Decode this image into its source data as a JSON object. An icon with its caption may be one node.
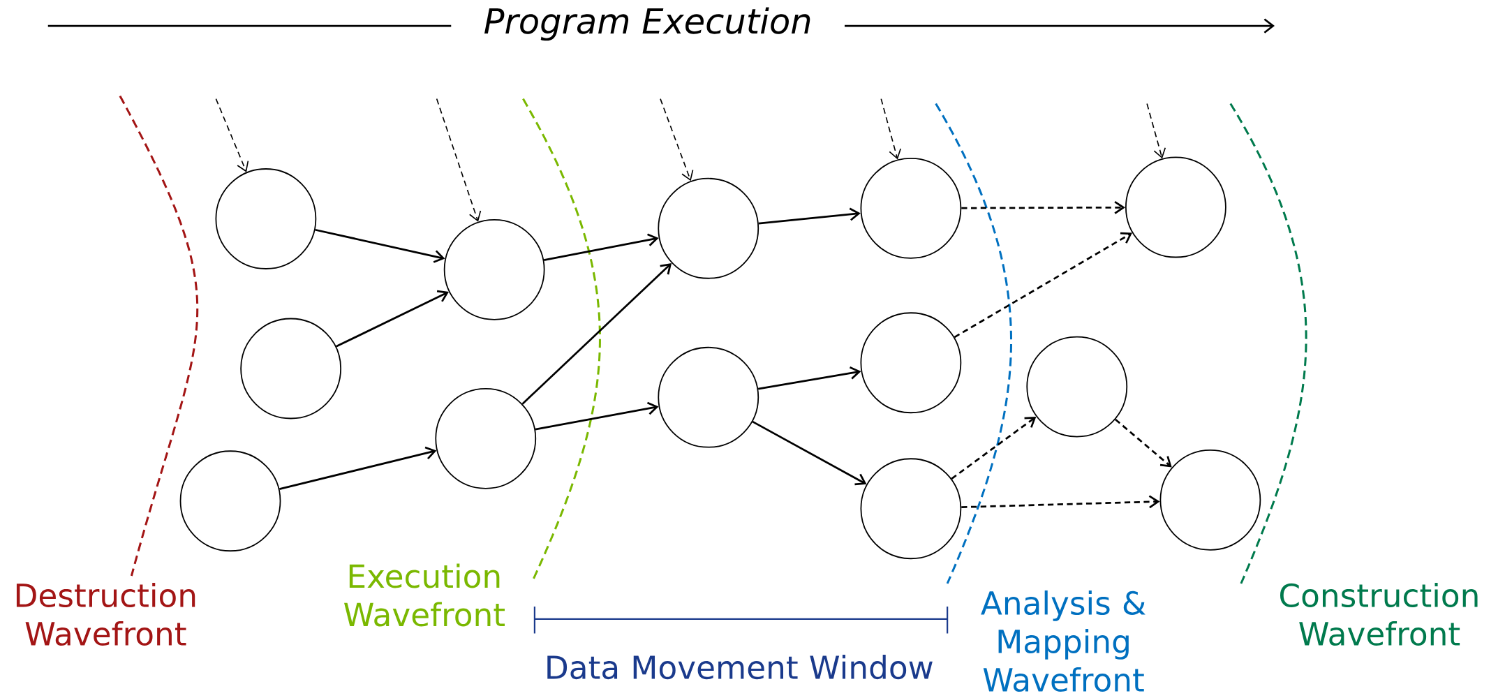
{
  "diagram": {
    "title": "Program Execution",
    "nodes": [
      {
        "text": [],
        "shape": "circle"
      },
      {
        "text": [],
        "shape": "circle"
      },
      {
        "text": [],
        "shape": "circle"
      },
      {
        "text": [],
        "shape": "circle"
      },
      {
        "text": [],
        "shape": "circle"
      },
      {
        "text": [],
        "shape": "circle"
      },
      {
        "text": [],
        "shape": "circle"
      },
      {
        "text": [],
        "shape": "circle"
      },
      {
        "text": [],
        "shape": "circle"
      },
      {
        "text": [],
        "shape": "circle"
      },
      {
        "text": [],
        "shape": "circle"
      },
      {
        "text": [],
        "shape": "circle"
      },
      {
        "text": [],
        "shape": "circle"
      }
    ],
    "edges": [
      {
        "from": null,
        "to": 0,
        "arrow": "to",
        "style": "dashed"
      },
      {
        "from": null,
        "to": 3,
        "arrow": "to",
        "style": "dashed"
      },
      {
        "from": null,
        "to": 5,
        "arrow": "to",
        "style": "dashed"
      },
      {
        "from": null,
        "to": 7,
        "arrow": "to",
        "style": "dashed"
      },
      {
        "from": null,
        "to": 10,
        "arrow": "to",
        "style": "dashed"
      },
      {
        "from": 0,
        "to": 3,
        "arrow": "to"
      },
      {
        "from": 1,
        "to": 3,
        "arrow": "to"
      },
      {
        "from": 2,
        "to": 4,
        "arrow": "to"
      },
      {
        "from": 3,
        "to": 5,
        "arrow": "to"
      },
      {
        "from": 4,
        "to": 5,
        "arrow": "to"
      },
      {
        "from": 4,
        "to": 6,
        "arrow": "to"
      },
      {
        "from": 5,
        "to": 7,
        "arrow": "to"
      },
      {
        "from": 6,
        "to": 8,
        "arrow": "to"
      },
      {
        "from": 6,
        "to": 9,
        "arrow": "to"
      },
      {
        "from": 7,
        "to": 10,
        "arrow": "to",
        "style": "dashed"
      },
      {
        "from": 8,
        "to": 10,
        "arrow": "to",
        "style": "dashed"
      },
      {
        "from": 9,
        "to": 11,
        "arrow": "to",
        "style": "dashed"
      },
      {
        "from": 9,
        "to": 12,
        "arrow": "to",
        "style": "dashed"
      },
      {
        "from": 11,
        "to": 12,
        "arrow": "to",
        "style": "dashed"
      }
    ],
    "labels": [
      "Destruction Wavefront",
      "Execution Wavefront",
      "Data Movement Window",
      "Analysis & Mapping Wavefront",
      "Construction Wavefront"
    ]
  }
}
